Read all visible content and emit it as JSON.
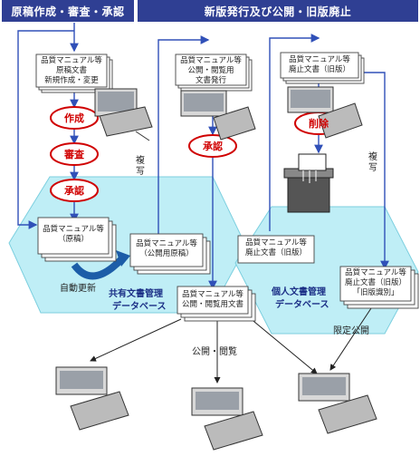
{
  "headers": {
    "left": "原稿作成・審査・承認",
    "right": "新版発行及び公開・旧版廃止"
  },
  "steps": {
    "create": "作成",
    "review": "審査",
    "approve1": "承認",
    "approve2": "承認",
    "delete": "削除"
  },
  "documents": {
    "draft_new": [
      "品質マニュアル等",
      "原稿文書",
      "新規作成・変更"
    ],
    "publish": [
      "品質マニュアル等",
      "公開・閲覧用",
      "文書発行"
    ],
    "obsolete_top": [
      "品質マニュアル等",
      "廃止文書（旧版）"
    ],
    "draft_stack": [
      "品質マニュアル等",
      "（原稿）"
    ],
    "public_original": [
      "品質マニュアル等",
      "（公開用原稿）"
    ],
    "obsolete_mid": [
      "品質マニュアル等",
      "廃止文書（旧版）"
    ],
    "public_view": [
      "品質マニュアル等",
      "公開・閲覧用文書"
    ],
    "obsolete_personal": [
      "品質マニュアル等",
      "廃止文書（旧版）",
      "「旧版識別」"
    ]
  },
  "labels": {
    "copy_left": "複写",
    "copy_right": "複写",
    "auto_update": "自動更新",
    "public_browse": "公開・閲覧",
    "limited_public": "限定公開"
  },
  "databases": {
    "shared": [
      "共有文書管理",
      "データベース"
    ],
    "personal": [
      "個人文書管理",
      "データベース"
    ]
  },
  "colors": {
    "header": "#2f3f93",
    "hexagon_fill": "#bfeef6",
    "arrow_blue": "#3050b8",
    "step_red": "#d00000",
    "db_text": "#1b2f86"
  }
}
